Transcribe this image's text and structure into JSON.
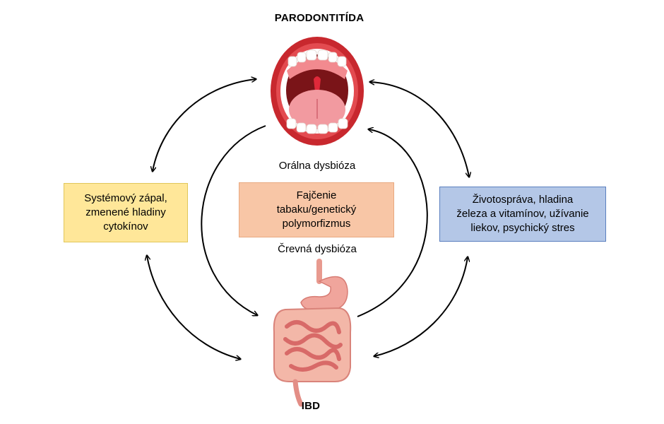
{
  "top_title": "PARODONTITÍDA",
  "bottom_title": "IBD",
  "oral_caption": "Orálna dysbióza",
  "gut_caption": "Črevná dysbióza",
  "left_box": {
    "lines": [
      "Systémový zápal,",
      "zmenené hladiny",
      "cytokínov"
    ]
  },
  "center_box": {
    "lines": [
      "Fajčenie",
      "tabaku/genetický",
      "polymorfizmus"
    ]
  },
  "right_box": {
    "lines": [
      "Životospráva, hladina",
      "železa a vitamínov, užívanie",
      "liekov, psychický stres"
    ]
  },
  "colors": {
    "left_box_fill": "#ffe799",
    "center_box_fill": "#f8c6a6",
    "right_box_fill": "#b4c7e7",
    "lip": "#d8343a",
    "tongue": "#f29aa0",
    "intestine": "#e8837e"
  },
  "icons": [
    "open-mouth-icon",
    "digestive-system-icon"
  ]
}
